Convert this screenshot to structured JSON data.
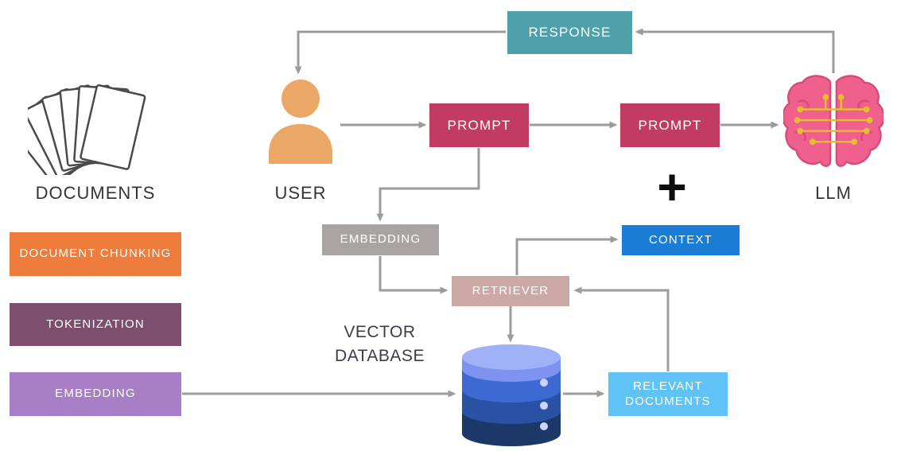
{
  "colors": {
    "arrow": "#9c9c9c",
    "response_bg": "#4ea1ab",
    "prompt_bg": "#c23b63",
    "chunking_bg": "#ee7c3c",
    "tokenization_bg": "#7d4f6f",
    "embedding_left_bg": "#a87fc5",
    "embedding_query_bg": "#a8a4a4",
    "retriever_bg": "#cca8a4",
    "context_bg": "#1b7cd6",
    "relevant_documents_bg": "#5fc3f5",
    "user_icon": "#eaa765",
    "brain_pink": "#f0608d",
    "brain_outline": "#d84a77",
    "circuit_yellow": "#e6bd2f",
    "db_top": "#9fb2f7",
    "db_band1": "#7e93f0",
    "db_band2": "#3d6ad2",
    "db_band3": "#2a52a4",
    "db_band4": "#1b3868",
    "db_dots": "#ccd4fb",
    "page_outline": "#4a4a4a",
    "label_text": "#3c3c46"
  },
  "nodes": {
    "response": {
      "label": "RESPONSE"
    },
    "user": {
      "label": "USER"
    },
    "prompt_user": {
      "label": "PROMPT"
    },
    "prompt_llm": {
      "label": "PROMPT"
    },
    "llm": {
      "label": "LLM"
    },
    "plus": {
      "label": "+"
    },
    "documents": {
      "label": "DOCUMENTS"
    },
    "document_chunking": {
      "label": "DOCUMENT CHUNKING"
    },
    "tokenization": {
      "label": "TOKENIZATION"
    },
    "embedding_left": {
      "label": "EMBEDDING"
    },
    "embedding_query": {
      "label": "EMBEDDING"
    },
    "retriever": {
      "label": "RETRIEVER"
    },
    "context": {
      "label": "CONTEXT"
    },
    "vector_database": {
      "label": "VECTOR DATABASE"
    },
    "relevant_documents": {
      "label": "RELEVANT DOCUMENTS"
    }
  },
  "icons": [
    "user-icon",
    "brain-icon",
    "documents-stack-icon",
    "database-cylinder-icon"
  ]
}
